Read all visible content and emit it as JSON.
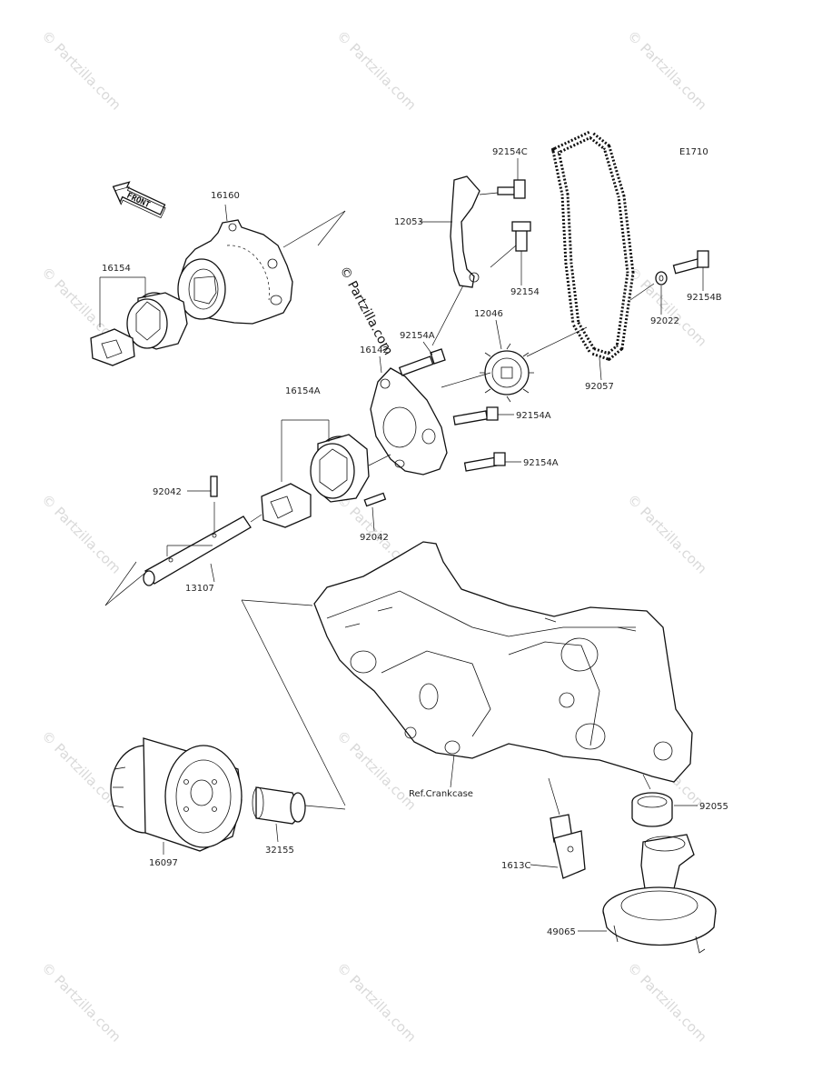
{
  "diagram": {
    "code": "E1710",
    "front_marker": "FRONT",
    "reference_text": "Ref.Crankcase",
    "center_watermark": "© Partzilla.com",
    "watermark_text": "© Partzilla.com",
    "labels": {
      "p16160": "16160",
      "p16154": "16154",
      "p16154A": "16154A",
      "p16142": "16142",
      "p92154A_a": "92154A",
      "p92154A_b": "92154A",
      "p92154A_c": "92154A",
      "p12046": "12046",
      "p12053": "12053",
      "p92154C": "92154C",
      "p92154": "92154",
      "p92057": "92057",
      "p92022": "92022",
      "p92154B": "92154B",
      "p92042_a": "92042",
      "p92042_b": "92042",
      "p13107": "13107",
      "p16097": "16097",
      "p32155": "32155",
      "p92055": "92055",
      "p16130": "1613C",
      "p49065": "49065"
    }
  }
}
